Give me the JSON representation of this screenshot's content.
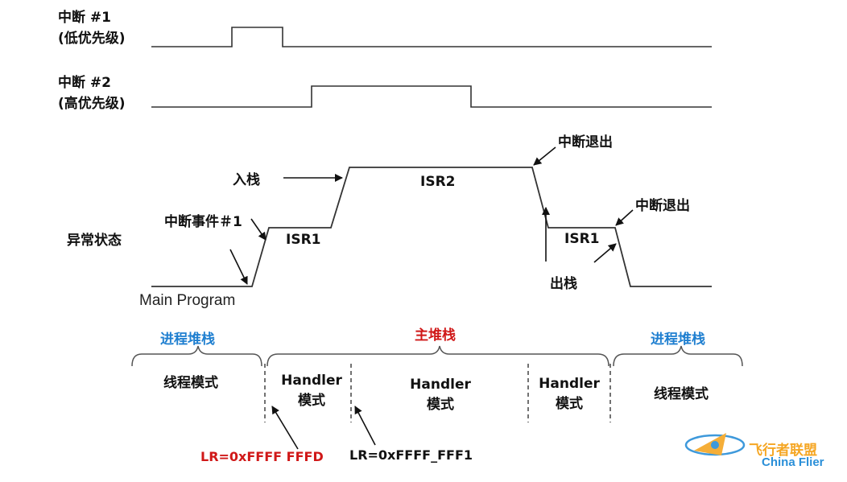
{
  "signals": {
    "int1_name": "中断 #1",
    "int1_priority": "(低优先级)",
    "int2_name": "中断 #2",
    "int2_priority": "(高优先级)"
  },
  "state_axis_label": "异常状态",
  "annotations": {
    "push_stack": "入栈",
    "interrupt_event": "中断事件＃1",
    "isr1_first": "ISR1",
    "isr2": "ISR2",
    "isr1_second": "ISR1",
    "exit1": "中断退出",
    "exit2": "中断退出",
    "pop_stack": "出栈",
    "main_program": "Main Program"
  },
  "stacks": {
    "left": "进程堆栈",
    "middle": "主堆栈",
    "right": "进程堆栈"
  },
  "modes": {
    "thread_left": "线程模式",
    "handler1_line1": "Handler",
    "handler1_line2": "模式",
    "handler2_line1": "Handler",
    "handler2_line2": "模式",
    "handler3_line1": "Handler",
    "handler3_line2": "模式",
    "thread_right": "线程模式"
  },
  "lr_values": {
    "lr1": "LR=0xFFFF FFFD",
    "lr2": "LR=0xFFFF_FFF1"
  },
  "watermark": {
    "text": "飞行者联盟",
    "sub": "China Flier"
  },
  "colors": {
    "stack_blue": "#1f7fd0",
    "main_stack_red": "#d01818",
    "watermark_orange": "#f5a623",
    "watermark_blue": "#2a8fd8"
  }
}
